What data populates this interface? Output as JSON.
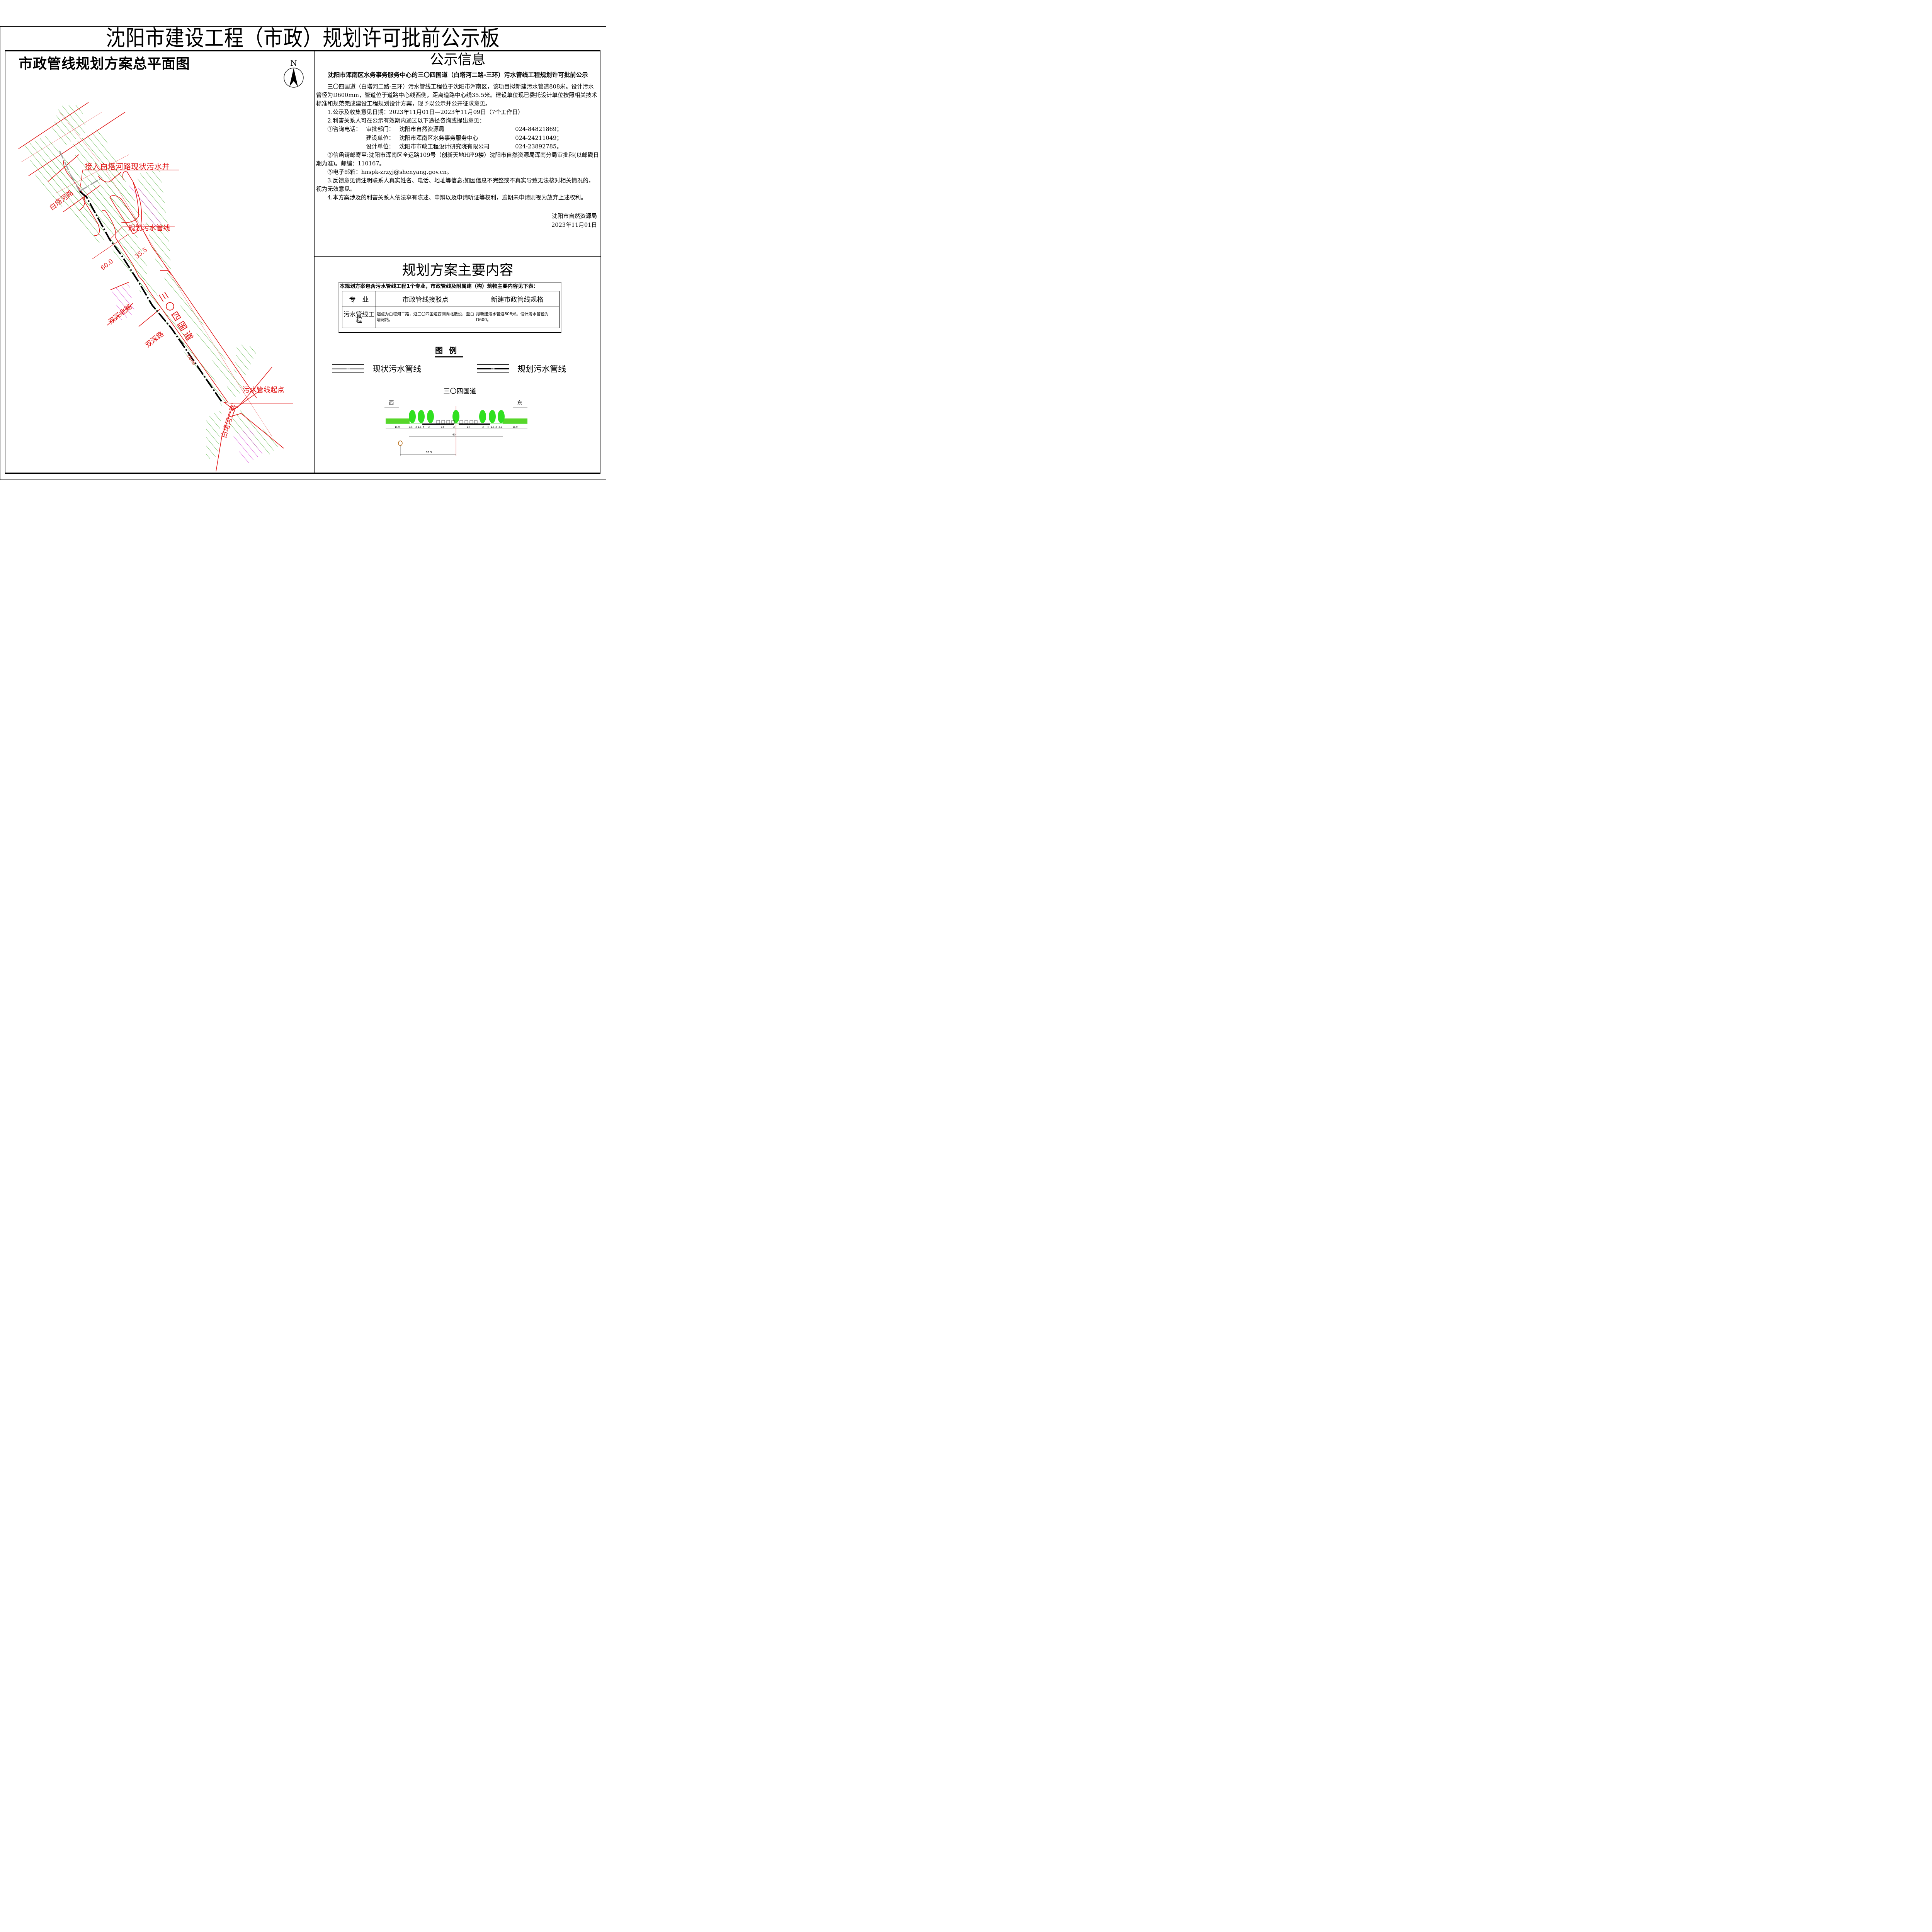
{
  "board": {
    "title": "沈阳市建设工程（市政）规划许可批前公示板"
  },
  "plan_panel": {
    "title": "市政管线规划方案总平面图",
    "north_label": "N",
    "labels": {
      "connect_point": "接入白塔河路现状污水井",
      "baitahe_road": "白塔河路",
      "planned_pipe": "规划污水管线",
      "width_60": "60.0",
      "offset_35_5": "35.5",
      "shuangshen_north": "双深北路",
      "guodao_304": "三〇四国道",
      "shuangshen_road": "双深路",
      "pipe_spec": "D600",
      "start_point": "污水管线起点",
      "baitahe_2nd_road": "白塔河二路"
    },
    "colors": {
      "road_red": "#e01010",
      "green_hatch": "#3aa822",
      "magenta_hatch": "#d020d0",
      "existing_pipe_gray": "#a0a0a0",
      "planned_pipe_black": "#000000"
    }
  },
  "notice": {
    "title": "公示信息",
    "subtitle": "沈阳市浑南区水务事务服务中心的三〇四国道（白塔河二路-三环）污水管线工程规划许可批前公示",
    "intro": "三〇四国道（白塔河二路-三环）污水管线工程位于沈阳市浑南区，该项目拟新建污水管道808米。设计污水管径为D600mm，管道位于道路中心线西侧，距离道路中心线35.5米。建设单位现已委托设计单位按照相关技术标准和规范完成建设工程规划设计方案，现予以公示并公开征求意见。",
    "item1": "1.公示及收集意见日期：2023年11月01日—2023年11月09日（7个工作日）",
    "item2": "2.利害关系人可在公示有效期内通过以下途径咨询或提出意见：",
    "contacts": [
      {
        "prefix": "①咨询电话：",
        "role": "审批部门：",
        "org": "沈阳市自然资源局",
        "phone": "024-84821869；"
      },
      {
        "prefix": "",
        "role": "建设单位：",
        "org": "沈阳市浑南区水务事务服务中心",
        "phone": "024-24211049；"
      },
      {
        "prefix": "",
        "role": "设计单位：",
        "org": "沈阳市市政工程设计研究院有限公司",
        "phone": "024-23892785。"
      }
    ],
    "mail": "②信函请邮寄至:沈阳市浑南区全运路109号（创新天地H座9楼）沈阳市自然资源局浑南分局审批科(以邮戳日期为准)。邮编：110167。",
    "email": "③电子邮箱：hnspk-zrzyj@shenyang.gov.cn。",
    "item3": "3.反馈意见请注明联系人真实姓名、电话、地址等信息;如因信息不完整或不真实导致无法核对相关情况的，视为无效意见。",
    "item4": "4.本方案涉及的利害关系人依法享有陈述、申辩以及申请听证等权利，逾期未申请则视为放弃上述权利。",
    "signature": "沈阳市自然资源局",
    "date": "2023年11月01日"
  },
  "plan_content": {
    "title": "规划方案主要内容",
    "caption": "本规划方案包含污水管线工程1个专业，市政管线及附属建（构）筑物主要内容见下表：",
    "table": {
      "headers": [
        "专　业",
        "市政管线接驳点",
        "新建市政管线规格"
      ],
      "rows": [
        [
          "污水管线工程",
          "起点为白塔河二路，沿三〇四国道西侧向北敷设，至白塔河路。",
          "拟新建污水管道808米。设计污水管径为D600。"
        ]
      ]
    }
  },
  "legend": {
    "title": "图例",
    "items": [
      {
        "label": "现状污水管线",
        "color": "#a0a0a0"
      },
      {
        "label": "规划污水管线",
        "color": "#000000"
      }
    ]
  },
  "cross_section": {
    "title": "三〇四国道",
    "west": "西",
    "east": "东",
    "segments": [
      "15.0",
      "3.5",
      "3",
      "1.5",
      "4",
      "3",
      "14",
      "2",
      "14",
      "3",
      "4",
      "1.5",
      "3",
      "3.5",
      "15.0"
    ],
    "total_width": "60",
    "pipe_offset": "35.5"
  }
}
